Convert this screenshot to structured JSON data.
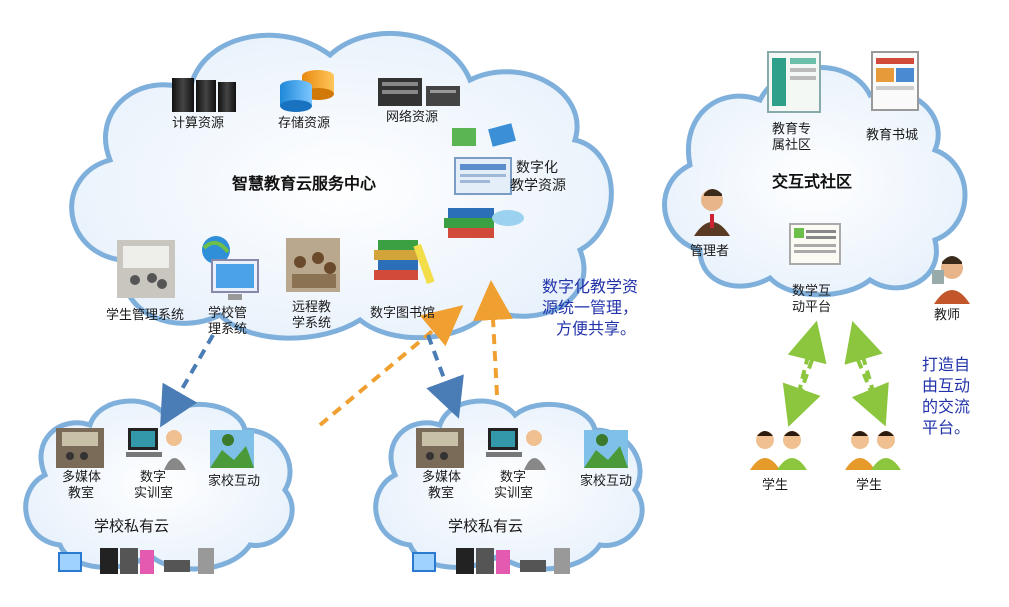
{
  "central": {
    "title": "智慧教育云服务中心",
    "items": {
      "compute": "计算资源",
      "storage": "存储资源",
      "network": "网络资源",
      "digital_res_1": "数字化",
      "digital_res_2": "教学资源",
      "student_mgmt": "学生管理系统",
      "school_mgmt_1": "学校管",
      "school_mgmt_2": "理系统",
      "remote_1": "远程教",
      "remote_2": "学系统",
      "library": "数字图书馆"
    }
  },
  "note_center": {
    "line1": "数字化教学资",
    "line2": "源统一管理，",
    "line3": "方便共享。"
  },
  "community": {
    "title": "交互式社区",
    "edu_1": "教育专",
    "edu_2": "属社区",
    "bookstore": "教育书城",
    "admin": "管理者",
    "platform_1": "数学互",
    "platform_2": "动平台",
    "teacher": "教师",
    "student_a": "学生",
    "student_b": "学生"
  },
  "note_community": {
    "line1": "打造自",
    "line2": "由互动",
    "line3": "的交流",
    "line4": "平台。"
  },
  "private_clouds": [
    {
      "title": "学校私有云",
      "mm_1": "多媒体",
      "mm_2": "教室",
      "lab_1": "数字",
      "lab_2": "实训室",
      "home": "家校互动"
    },
    {
      "title": "学校私有云",
      "mm_1": "多媒体",
      "mm_2": "教室",
      "lab_1": "数字",
      "lab_2": "实训室",
      "home": "家校互动"
    }
  ],
  "colors": {
    "cloud_border": "#7fb0dc",
    "cloud_fill": "#eef5fc",
    "arrow_blue": "#4a7cb6",
    "arrow_orange": "#f0a030",
    "arrow_green": "#8cc63f",
    "note_text": "#2233aa"
  }
}
